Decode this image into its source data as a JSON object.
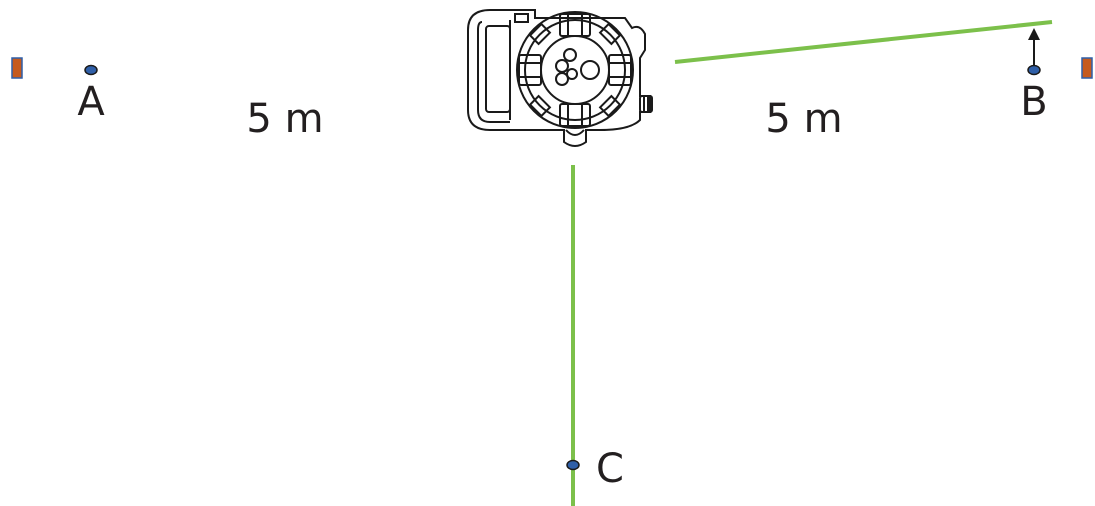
{
  "points": {
    "a": {
      "label": "A"
    },
    "b": {
      "label": "B"
    },
    "c": {
      "label": "C"
    }
  },
  "distances": {
    "left": "5 m",
    "right": "5 m"
  },
  "colors": {
    "laser_line": "#7cc04b",
    "point_fill": "#2f5fa8",
    "point_stroke": "#1a1a1a",
    "wall_marker": "#c55a1e",
    "wall_marker_stroke": "#2f5fa8",
    "device_stroke": "#1a1a1a"
  },
  "icons": {
    "device": "cross-line-laser-level-icon",
    "arrow": "arrow-up-icon"
  }
}
